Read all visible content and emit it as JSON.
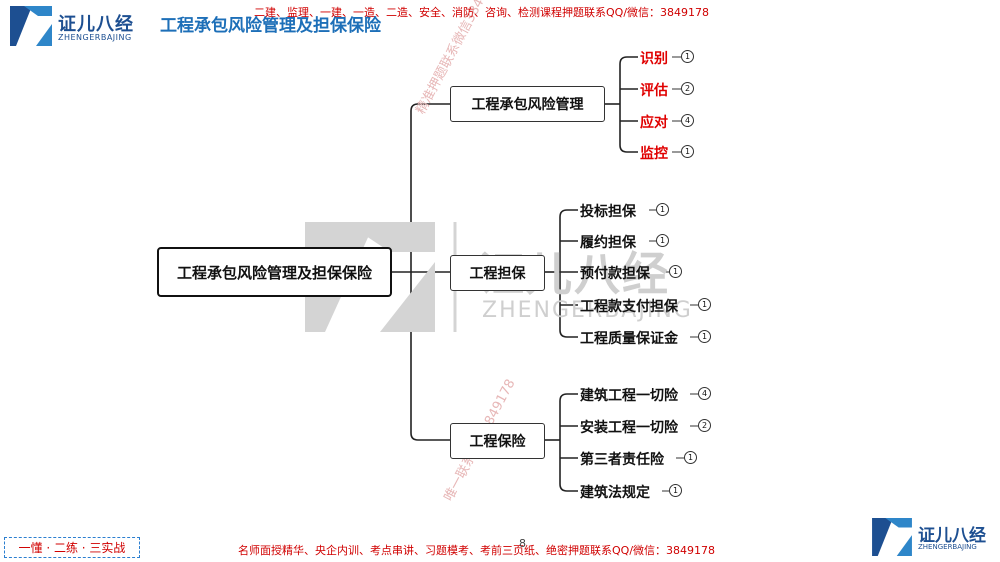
{
  "header": {
    "logo_cn": "证儿八经",
    "logo_en": "ZHENGERBAJING",
    "title": "工程承包风险管理及担保保险",
    "promo": "二建、监理、一建、一造、二造、安全、消防、咨询、检测课程押题联系QQ/微信：3849178"
  },
  "footer": {
    "slogan": "一懂 · 二练 · 三实战",
    "promo": "名师面授精华、央企内训、考点串讲、习题模考、考前三页纸、绝密押题联系QQ/微信：3849178",
    "page_number": "8",
    "logo_cn": "证儿八经",
    "logo_en": "ZHENGERBAJING"
  },
  "watermark": {
    "brand_cn": "证儿八经",
    "brand_en": "ZHENGERBAJING",
    "diag_1": "精准押题联系微信3849178",
    "diag_2": "唯一联系微信3849178"
  },
  "colors": {
    "brand_blue": "#1d4f91",
    "title_blue": "#1d6fb8",
    "accent_red": "#e00000"
  },
  "mindmap": {
    "root": "工程承包风险管理及担保保险",
    "branches": [
      {
        "label": "工程承包风险管理",
        "children": [
          {
            "label": "识别",
            "badge": "1",
            "highlight": true
          },
          {
            "label": "评估",
            "badge": "2",
            "highlight": true
          },
          {
            "label": "应对",
            "badge": "4",
            "highlight": true
          },
          {
            "label": "监控",
            "badge": "1",
            "highlight": true
          }
        ]
      },
      {
        "label": "工程担保",
        "children": [
          {
            "label": "投标担保",
            "badge": "1"
          },
          {
            "label": "履约担保",
            "badge": "1"
          },
          {
            "label": "预付款担保",
            "badge": "1"
          },
          {
            "label": "工程款支付担保",
            "badge": "1"
          },
          {
            "label": "工程质量保证金",
            "badge": "1"
          }
        ]
      },
      {
        "label": "工程保险",
        "children": [
          {
            "label": "建筑工程一切险",
            "badge": "4"
          },
          {
            "label": "安装工程一切险",
            "badge": "2"
          },
          {
            "label": "第三者责任险",
            "badge": "1"
          },
          {
            "label": "建筑法规定",
            "badge": "1"
          }
        ]
      }
    ]
  }
}
